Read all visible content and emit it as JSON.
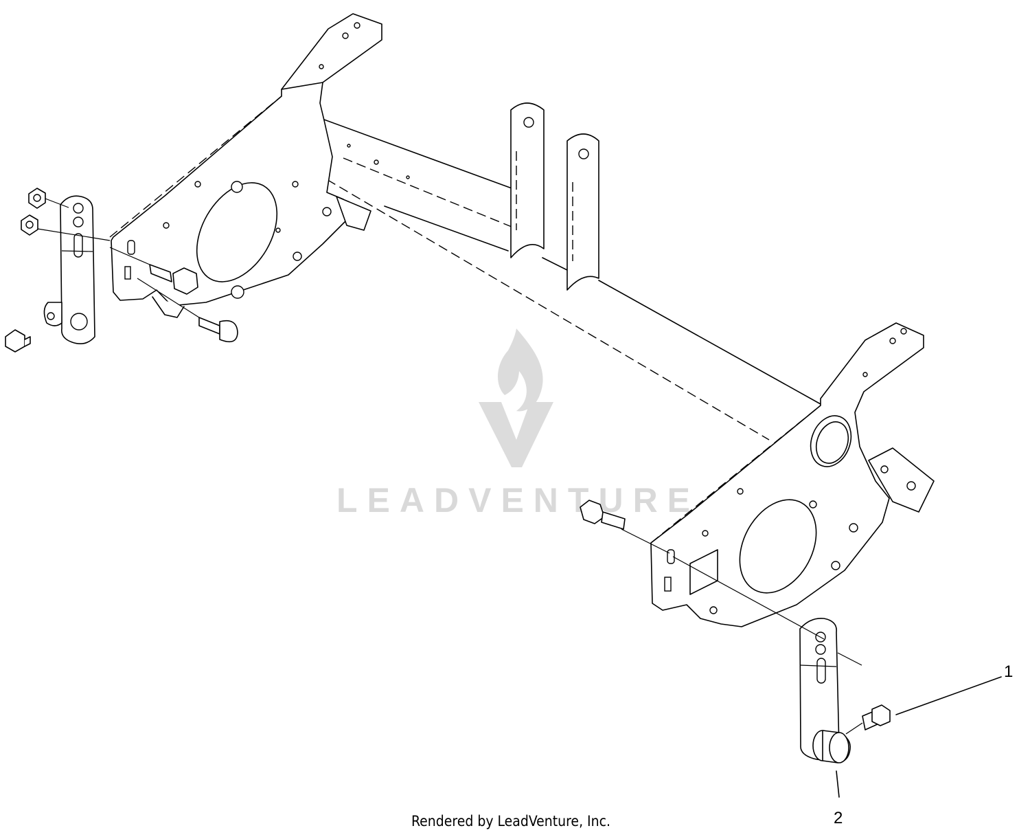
{
  "callouts": [
    {
      "number": "1"
    },
    {
      "number": "2"
    }
  ],
  "watermark": {
    "text": "LEADVENTURE",
    "color": "#d9d9d9"
  },
  "footer": {
    "credit": "Rendered by LeadVenture, Inc."
  },
  "colors": {
    "line": "#000000",
    "background": "#ffffff"
  }
}
